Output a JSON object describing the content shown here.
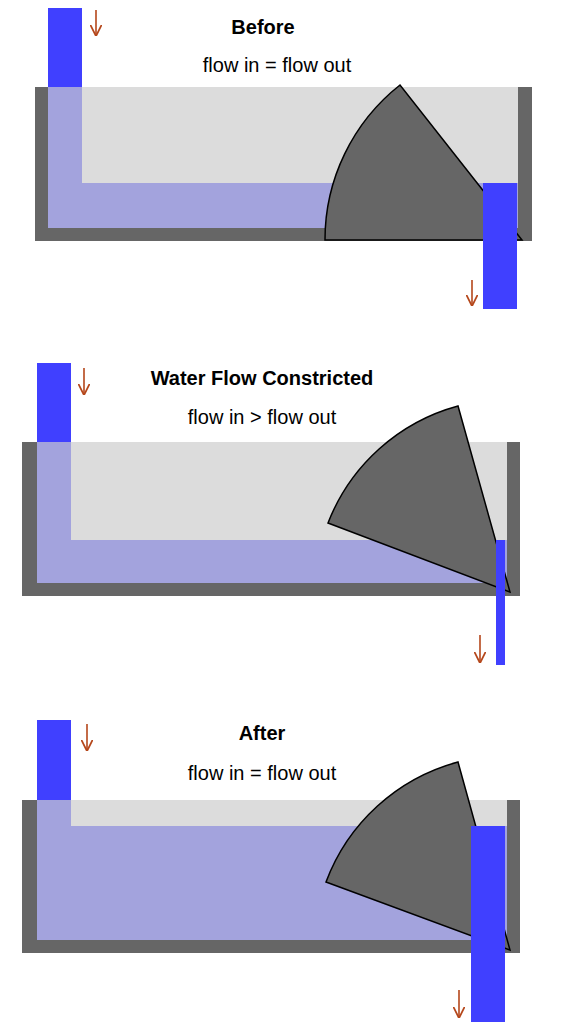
{
  "diagram": {
    "labels": [
      "Before",
      "flow in = flow out",
      "Water Flow Constricted",
      "flow in > flow out",
      "After",
      "flow in = flow out"
    ]
  }
}
